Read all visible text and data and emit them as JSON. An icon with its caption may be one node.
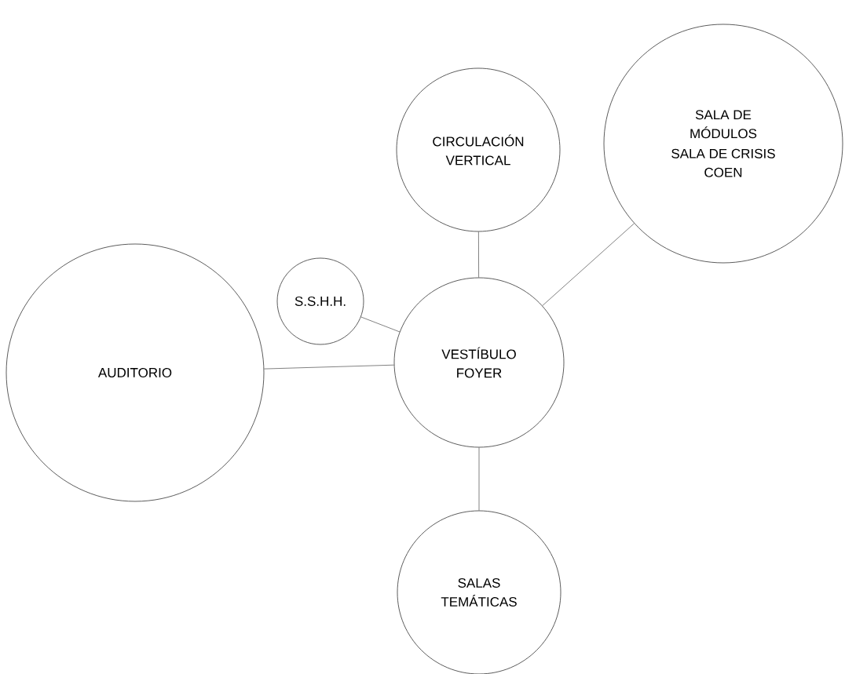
{
  "diagram": {
    "nodes": [
      {
        "text": [
          "VESTÍBULO FOYER"
        ]
      },
      {
        "text": [
          "CIRCULACIÓN VERTICAL"
        ]
      },
      {
        "text": [
          "SALA DE MÓDULOS",
          "SALA DE CRISIS COEN"
        ]
      },
      {
        "text": [
          "S.S.H.H."
        ]
      },
      {
        "text": [
          "AUDITORIO"
        ]
      },
      {
        "text": [
          "SALAS TEMÁTICAS"
        ]
      }
    ],
    "edges": [
      {
        "from": 0,
        "to": 1,
        "arrow": "none"
      },
      {
        "from": 0,
        "to": 2,
        "arrow": "none"
      },
      {
        "from": 0,
        "to": 3,
        "arrow": "none"
      },
      {
        "from": 0,
        "to": 4,
        "arrow": "none"
      },
      {
        "from": 0,
        "to": 5,
        "arrow": "none"
      }
    ]
  }
}
